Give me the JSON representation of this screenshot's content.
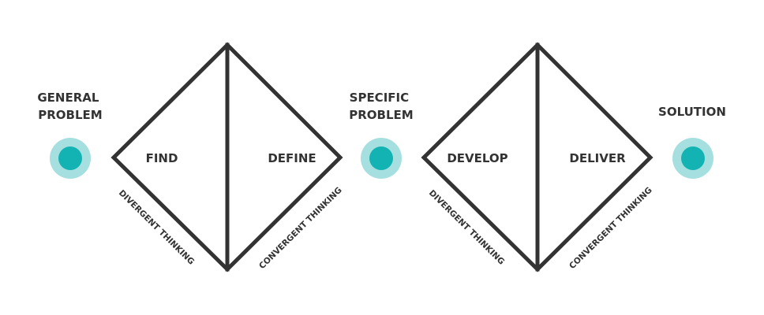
{
  "nodes": [
    {
      "id": "general-problem",
      "lines": [
        "GENERAL",
        "PROBLEM"
      ]
    },
    {
      "id": "specific-problem",
      "lines": [
        "SPECIFIC",
        "PROBLEM"
      ]
    },
    {
      "id": "solution",
      "lines": [
        "SOLUTION"
      ]
    }
  ],
  "diamonds": [
    {
      "left_stage": "FIND",
      "right_stage": "DEFINE",
      "left_thinking": "DIVERGENT THINKING",
      "right_thinking": "CONVERGENT THINKING"
    },
    {
      "left_stage": "DEVELOP",
      "right_stage": "DELIVER",
      "left_thinking": "DIVERGENT THINKING",
      "right_thinking": "CONVERGENT THINKING"
    }
  ],
  "colors": {
    "outline": "#333333",
    "node_core": "#14b3b3",
    "node_halo": "#a6dfdf",
    "text": "#333333"
  }
}
